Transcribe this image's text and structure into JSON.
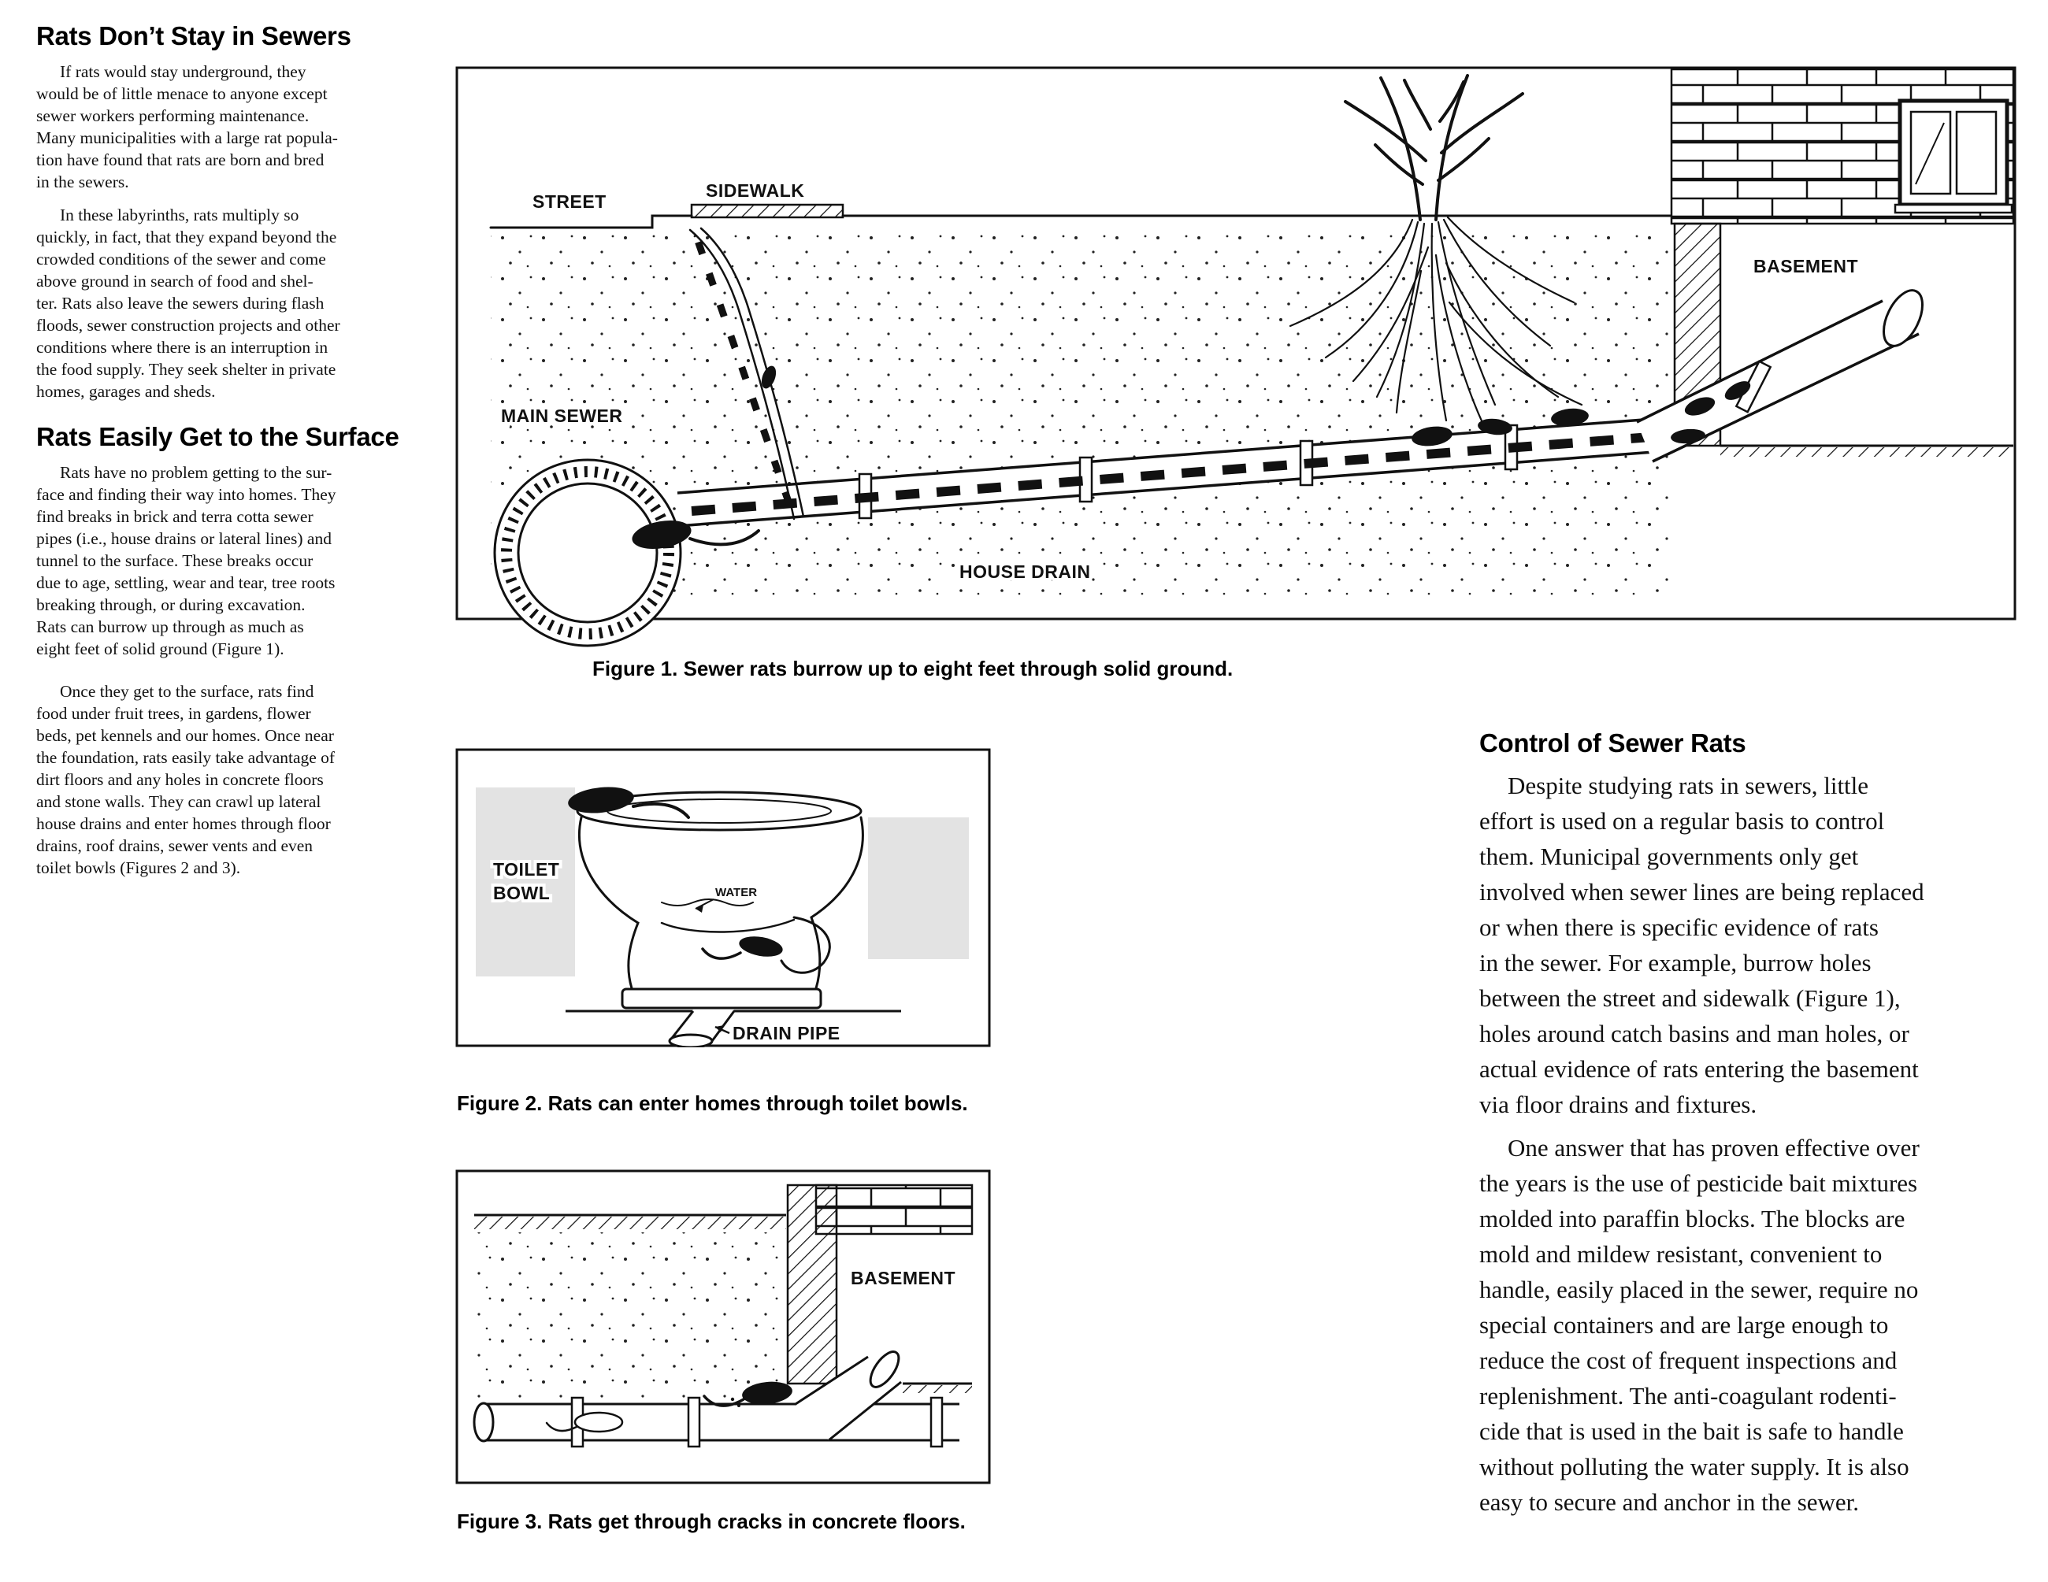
{
  "left": {
    "section1": {
      "heading": "Rats Don’t Stay in Sewers",
      "para1": "If rats would stay underground, they\nwould be of little menace to anyone except\nsewer workers performing maintenance.\nMany municipalities with a large rat popula-\ntion have found that rats are born and bred\nin the sewers.",
      "para2": "In these labyrinths, rats multiply so\nquickly, in fact, that they expand beyond the\ncrowded conditions of the sewer and come\nabove ground in search of food and shel-\nter.  Rats also leave the sewers during flash\nfloods, sewer construction projects and other\nconditions where there is an interruption in\nthe food supply. They seek shelter in private\nhomes, garages and sheds."
    },
    "section2": {
      "heading": "Rats Easily Get to the Surface",
      "para1": "Rats have no problem getting to the sur-\nface and finding their way into homes.  They\nfind breaks in brick and terra cotta sewer\npipes (i.e., house drains or lateral lines) and\ntunnel to the surface. These breaks occur\ndue to age, settling, wear and tear, tree roots\nbreaking through, or during excavation.\nRats can burrow up through as much as\neight feet of solid ground (Figure 1).",
      "para2": "Once they get to the surface, rats find\nfood under fruit trees, in gardens, flower\nbeds, pet kennels and our homes. Once near\nthe foundation, rats easily take advantage of\ndirt floors and any holes in concrete floors\nand stone walls. They can crawl up lateral\nhouse drains and enter homes through floor\ndrains, roof drains, sewer vents and even\ntoilet bowls (Figures 2 and 3)."
    }
  },
  "right": {
    "heading": "Control of Sewer Rats",
    "para1": "Despite studying rats in sewers, little\neffort is used on a regular basis to control\nthem. Municipal governments only get\ninvolved when sewer lines are being replaced\nor when there is specific evidence of rats\nin the sewer.  For example, burrow holes\nbetween the street and sidewalk (Figure 1),\nholes around catch basins and man holes, or\nactual evidence of rats entering the basement\nvia floor drains and fixtures.",
    "para2": "One answer that has proven effective over\nthe years is the use of pesticide bait mixtures\nmolded into paraffin blocks. The blocks are\nmold and mildew resistant, convenient to\nhandle, easily placed in the sewer, require no\nspecial containers and are large enough to\nreduce the cost of frequent inspections and\nreplenishment. The anti-coagulant rodenti-\ncide that is used in the bait is safe to handle\nwithout polluting the water supply. It is also\neasy to secure and anchor in the sewer."
  },
  "figures": {
    "fig1": {
      "caption": "Figure 1. Sewer rats burrow up to eight feet through solid ground.",
      "labels": {
        "street": "STREET",
        "sidewalk": "SIDEWALK",
        "main_sewer": "MAIN SEWER",
        "house_drain": "HOUSE DRAIN",
        "basement": "BASEMENT"
      }
    },
    "fig2": {
      "caption": "Figure 2.  Rats can enter homes through toilet bowls.",
      "labels": {
        "toilet_line1": "TOILET",
        "toilet_line2": "BOWL",
        "water": "WATER",
        "drain_pipe": "DRAIN PIPE"
      }
    },
    "fig3": {
      "caption": "Figure 3. Rats get through cracks in concrete floors.",
      "labels": {
        "basement": "BASEMENT"
      }
    }
  },
  "colors": {
    "ink": "#111111",
    "paper": "#ffffff",
    "halftone": "#e3e3e3"
  }
}
